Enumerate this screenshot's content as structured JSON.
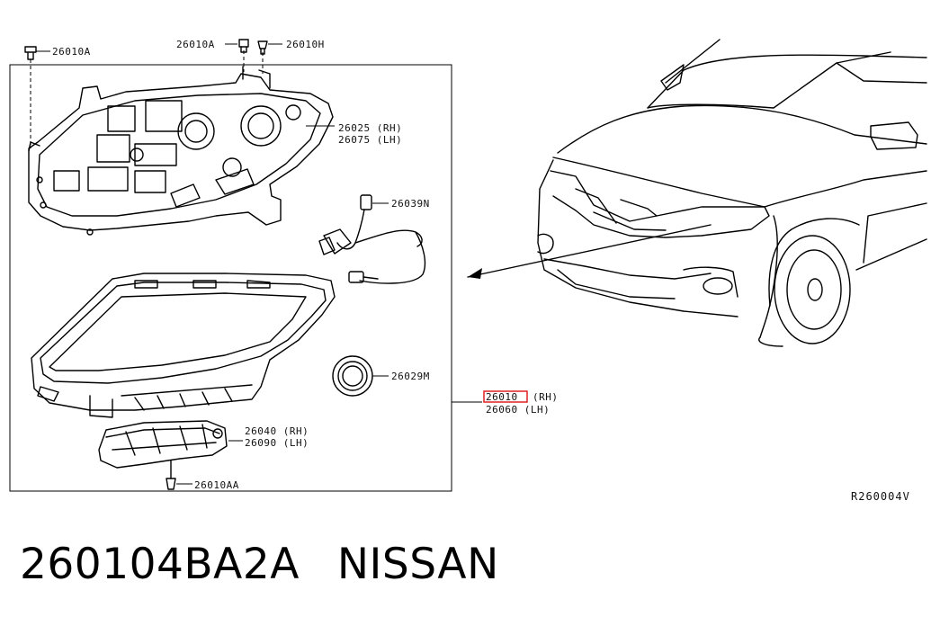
{
  "callouts": {
    "c1": "26010A",
    "c2": "26010A",
    "c3": "26010H",
    "c4a": "26025 (RH)",
    "c4b": "26075 (LH)",
    "c5": "26039N",
    "c6": "26029M",
    "c7a_num": "26010",
    "c7a_side": "(RH)",
    "c7b": "26060 (LH)",
    "c8a": "26040 (RH)",
    "c8b": "26090 (LH)",
    "c9": "26010AA"
  },
  "diagram_ref": "R260004V",
  "part_number": "260104BA2A",
  "brand": "NISSAN",
  "colors": {
    "highlight": "#e02020",
    "ink": "#000000"
  }
}
